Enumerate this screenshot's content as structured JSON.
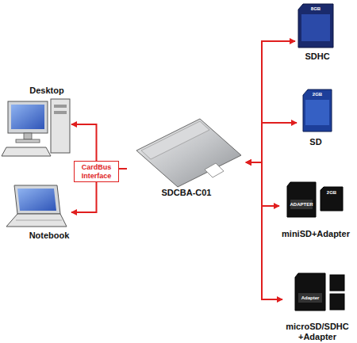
{
  "diagram": {
    "nodes": [
      {
        "text": [
          "Desktop"
        ]
      },
      {
        "text": [
          "Notebook"
        ]
      },
      {
        "text": [
          "CardBus Interface"
        ]
      },
      {
        "text": [
          "SDCBA-C01"
        ]
      },
      {
        "text": [
          "SDHC"
        ]
      },
      {
        "text": [
          "SD"
        ]
      },
      {
        "text": [
          "miniSD+Adapter"
        ]
      },
      {
        "text": [
          "microSD/SDHC +Adapter"
        ]
      }
    ],
    "edges": [
      {
        "from": 3,
        "to": 2,
        "arrow": "none"
      },
      {
        "from": 2,
        "to": 0,
        "arrow": "to"
      },
      {
        "from": 2,
        "to": 1,
        "arrow": "to"
      },
      {
        "from": 3,
        "to": 4,
        "arrow": "both"
      },
      {
        "from": 3,
        "to": 5,
        "arrow": "both"
      },
      {
        "from": 3,
        "to": 6,
        "arrow": "both"
      },
      {
        "from": 3,
        "to": 7,
        "arrow": "both"
      }
    ],
    "labels": [
      "8GB",
      "2GB",
      "ADAPTER",
      "2GB",
      "Adapter"
    ]
  }
}
